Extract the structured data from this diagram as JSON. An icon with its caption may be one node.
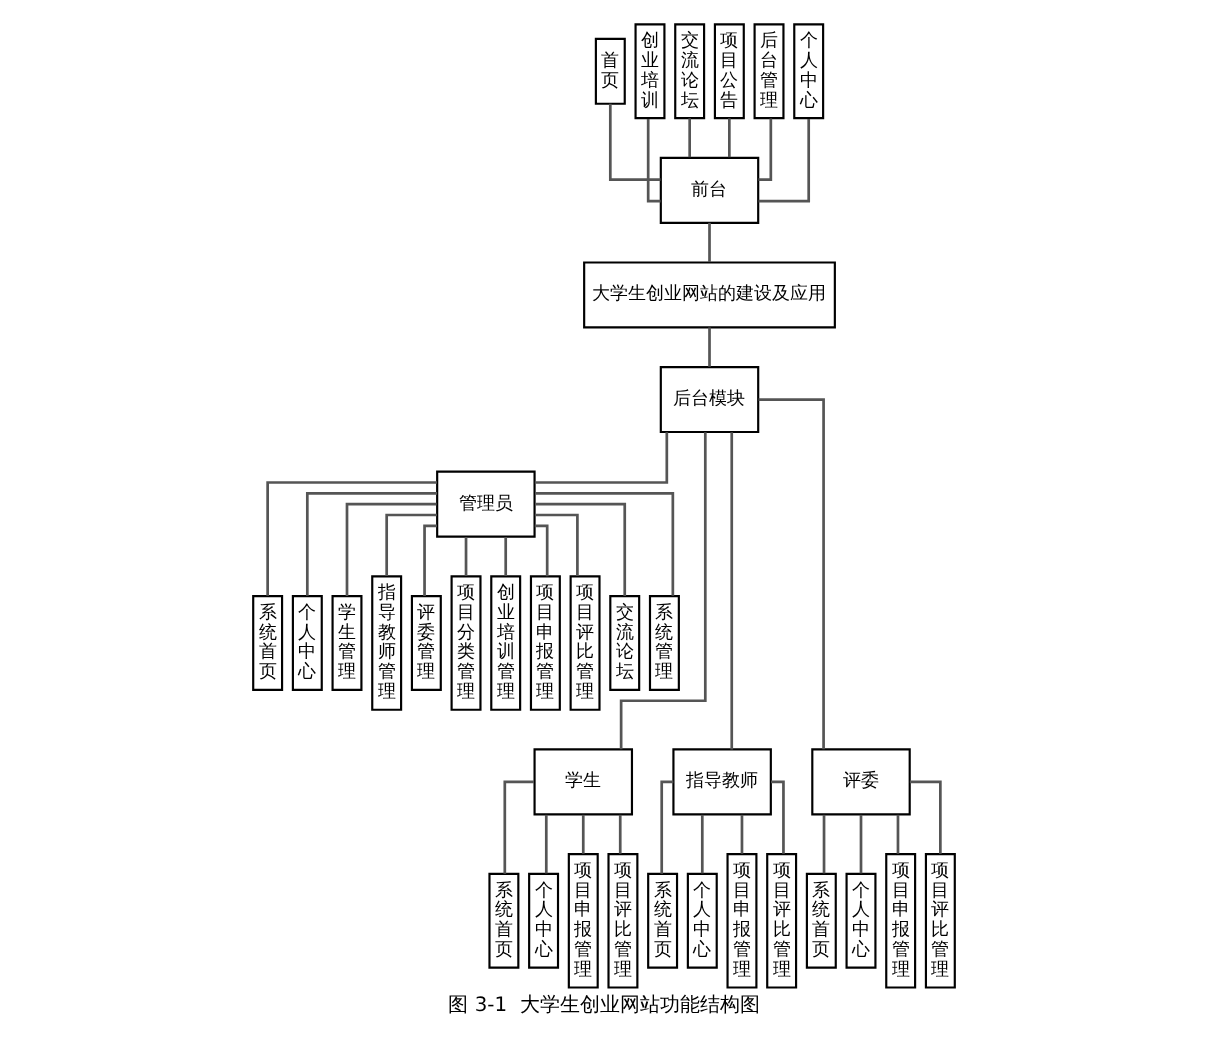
{
  "diagram": {
    "caption": "图 3-1  大学生创业网站功能结构图",
    "nodes": [
      {
        "text": [
          "首页"
        ]
      },
      {
        "text": [
          "创业培训"
        ]
      },
      {
        "text": [
          "交流论坛"
        ]
      },
      {
        "text": [
          "项目公告"
        ]
      },
      {
        "text": [
          "后台管理"
        ]
      },
      {
        "text": [
          "个人中心"
        ]
      },
      {
        "text": [
          "前台"
        ]
      },
      {
        "text": [
          "大学生创业网站的建设及应用"
        ]
      },
      {
        "text": [
          "后台模块"
        ]
      },
      {
        "text": [
          "管理员"
        ]
      },
      {
        "text": [
          "系统首页"
        ]
      },
      {
        "text": [
          "个人中心"
        ]
      },
      {
        "text": [
          "学生管理"
        ]
      },
      {
        "text": [
          "指导教师管理"
        ]
      },
      {
        "text": [
          "评委管理"
        ]
      },
      {
        "text": [
          "项目分类管理"
        ]
      },
      {
        "text": [
          "创业培训管理"
        ]
      },
      {
        "text": [
          "项目申报管理"
        ]
      },
      {
        "text": [
          "项目评比管理"
        ]
      },
      {
        "text": [
          "交流论坛"
        ]
      },
      {
        "text": [
          "系统管理"
        ]
      },
      {
        "text": [
          "学生"
        ]
      },
      {
        "text": [
          "指导教师"
        ]
      },
      {
        "text": [
          "评委"
        ]
      },
      {
        "text": [
          "系统首页"
        ]
      },
      {
        "text": [
          "个人中心"
        ]
      },
      {
        "text": [
          "项目申报管理"
        ]
      },
      {
        "text": [
          "项目评比管理"
        ]
      },
      {
        "text": [
          "系统首页"
        ]
      },
      {
        "text": [
          "个人中心"
        ]
      },
      {
        "text": [
          "项目申报管理"
        ]
      },
      {
        "text": [
          "项目评比管理"
        ]
      },
      {
        "text": [
          "系统首页"
        ]
      },
      {
        "text": [
          "个人中心"
        ]
      },
      {
        "text": [
          "项目申报管理"
        ]
      },
      {
        "text": [
          "项目评比管理"
        ]
      }
    ],
    "edges": [
      {
        "from": 0,
        "to": 6,
        "arrow": "none"
      },
      {
        "from": 1,
        "to": 6,
        "arrow": "none"
      },
      {
        "from": 2,
        "to": 6,
        "arrow": "none"
      },
      {
        "from": 3,
        "to": 6,
        "arrow": "none"
      },
      {
        "from": 4,
        "to": 6,
        "arrow": "none"
      },
      {
        "from": 5,
        "to": 6,
        "arrow": "none"
      },
      {
        "from": 6,
        "to": 7,
        "arrow": "none"
      },
      {
        "from": 7,
        "to": 8,
        "arrow": "none"
      },
      {
        "from": 8,
        "to": 9,
        "arrow": "none"
      },
      {
        "from": 9,
        "to": 10,
        "arrow": "none"
      },
      {
        "from": 9,
        "to": 11,
        "arrow": "none"
      },
      {
        "from": 9,
        "to": 12,
        "arrow": "none"
      },
      {
        "from": 9,
        "to": 13,
        "arrow": "none"
      },
      {
        "from": 9,
        "to": 14,
        "arrow": "none"
      },
      {
        "from": 9,
        "to": 15,
        "arrow": "none"
      },
      {
        "from": 9,
        "to": 16,
        "arrow": "none"
      },
      {
        "from": 9,
        "to": 17,
        "arrow": "none"
      },
      {
        "from": 9,
        "to": 18,
        "arrow": "none"
      },
      {
        "from": 9,
        "to": 19,
        "arrow": "none"
      },
      {
        "from": 9,
        "to": 20,
        "arrow": "none"
      },
      {
        "from": 8,
        "to": 21,
        "arrow": "none"
      },
      {
        "from": 8,
        "to": 22,
        "arrow": "none"
      },
      {
        "from": 8,
        "to": 23,
        "arrow": "none"
      },
      {
        "from": 21,
        "to": 24,
        "arrow": "none"
      },
      {
        "from": 21,
        "to": 25,
        "arrow": "none"
      },
      {
        "from": 21,
        "to": 26,
        "arrow": "none"
      },
      {
        "from": 21,
        "to": 27,
        "arrow": "none"
      },
      {
        "from": 22,
        "to": 28,
        "arrow": "none"
      },
      {
        "from": 22,
        "to": 29,
        "arrow": "none"
      },
      {
        "from": 22,
        "to": 30,
        "arrow": "none"
      },
      {
        "from": 22,
        "to": 31,
        "arrow": "none"
      },
      {
        "from": 23,
        "to": 32,
        "arrow": "none"
      },
      {
        "from": 23,
        "to": 33,
        "arrow": "none"
      },
      {
        "from": 23,
        "to": 34,
        "arrow": "none"
      },
      {
        "from": 23,
        "to": 35,
        "arrow": "none"
      }
    ]
  }
}
